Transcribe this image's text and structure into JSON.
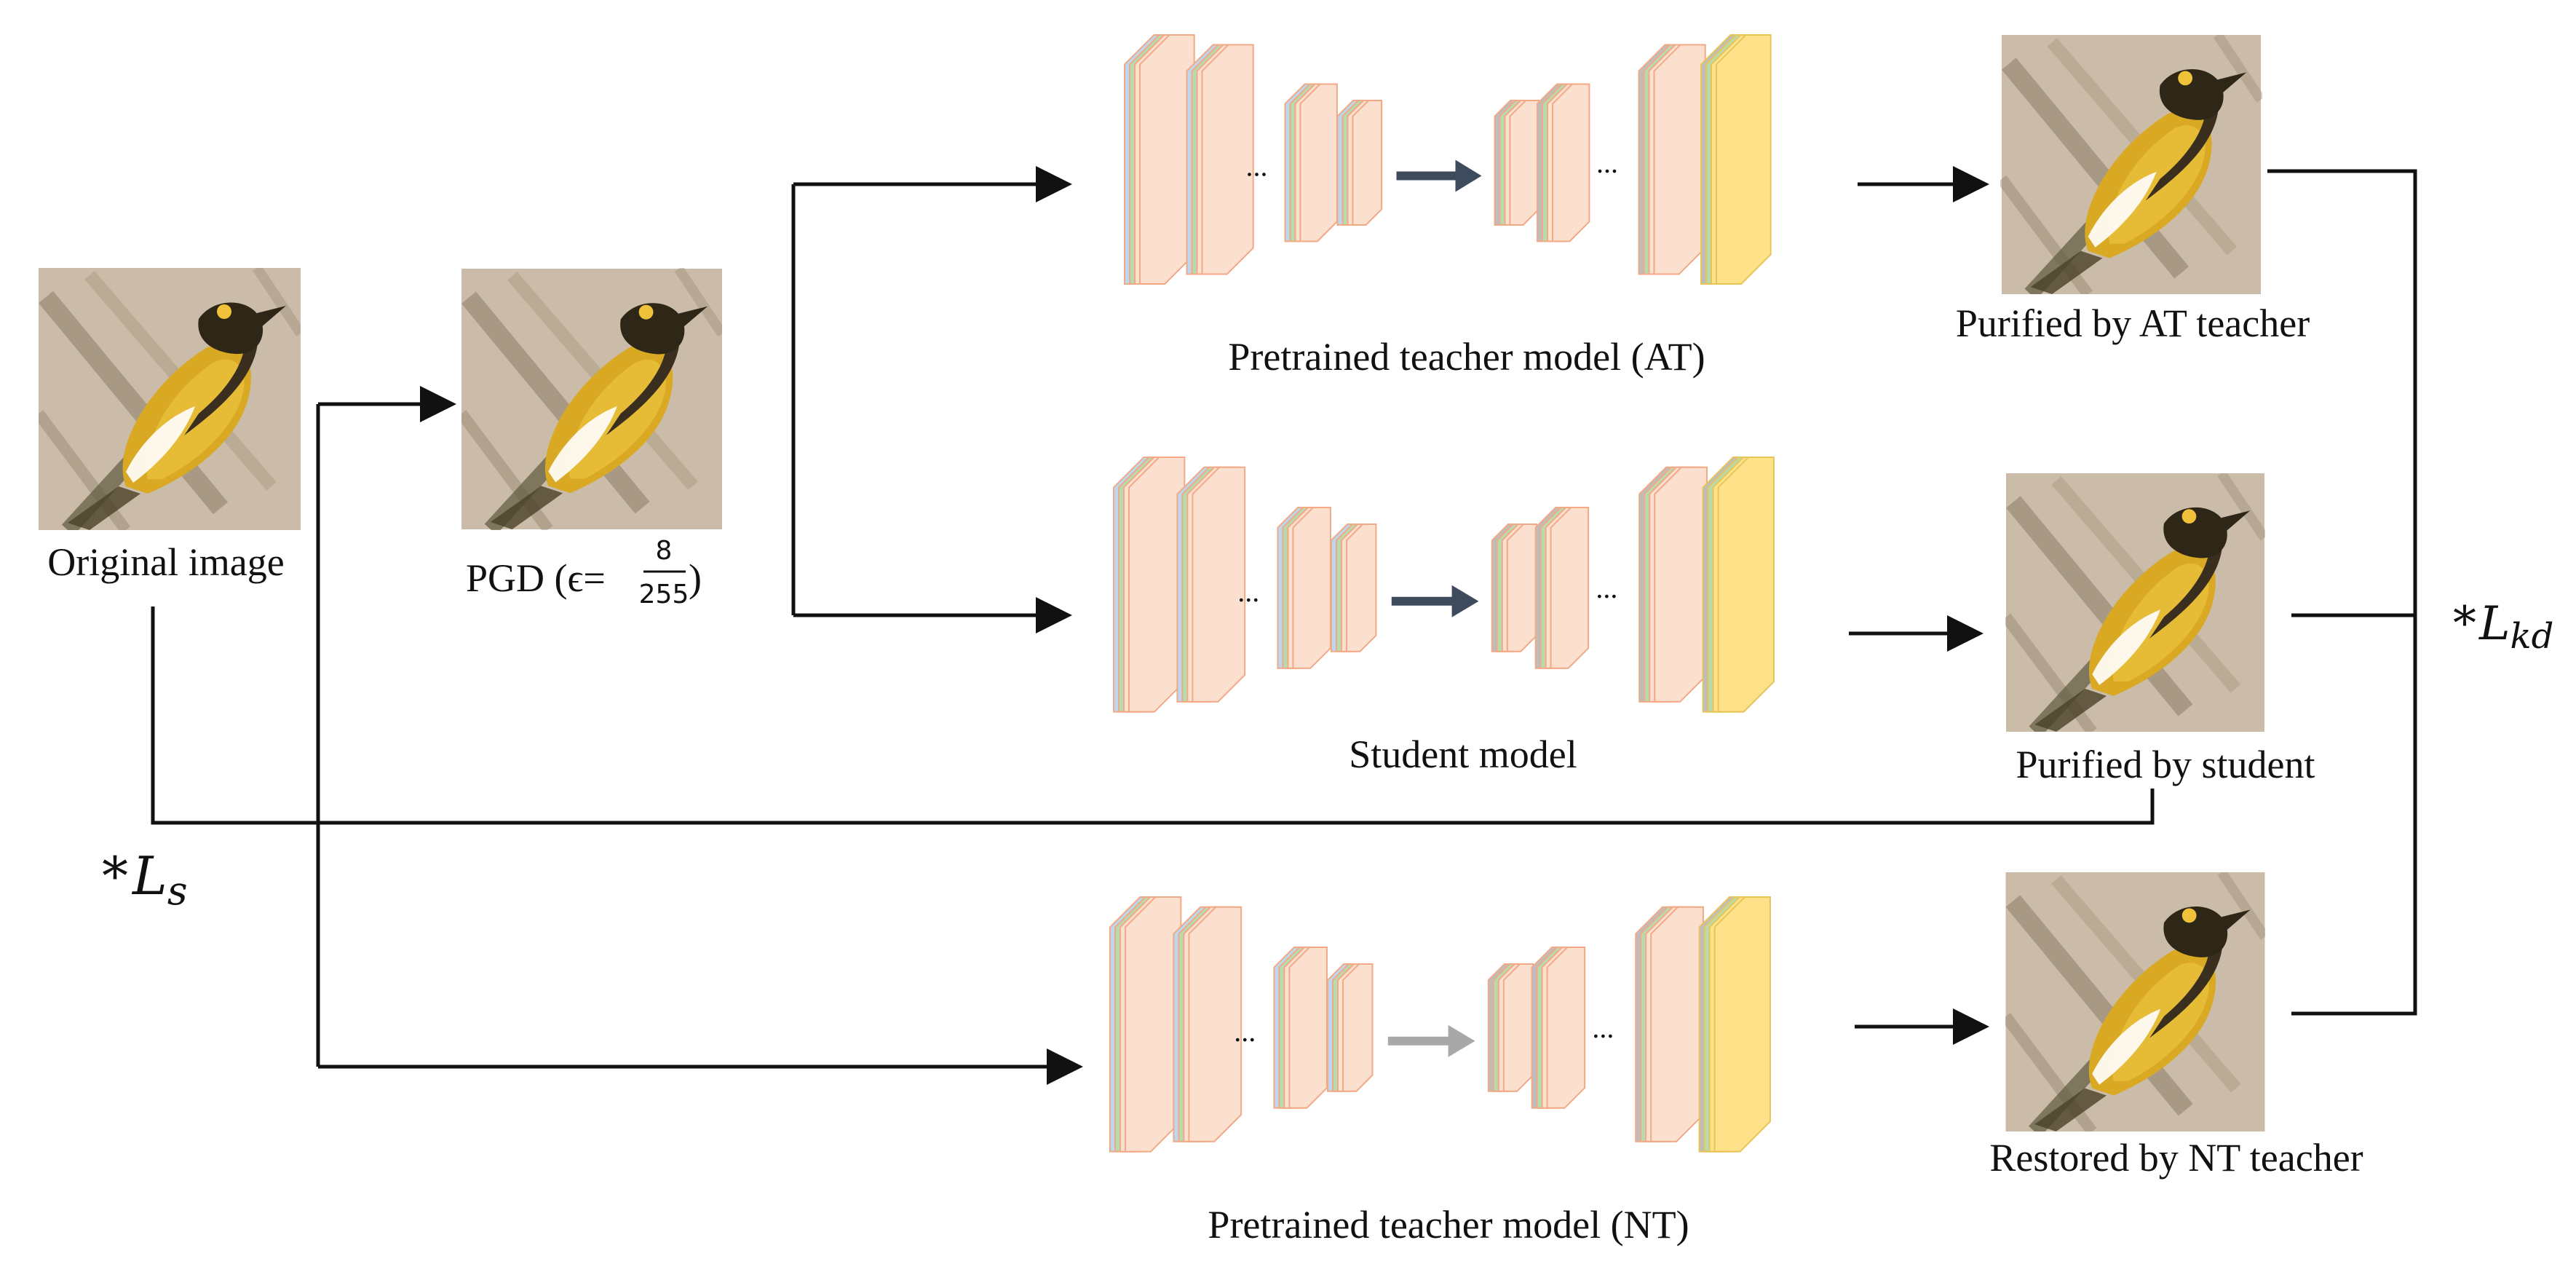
{
  "images": {
    "original": {
      "label": "Original image"
    },
    "pgd": {
      "label_prefix": "PGD (ϵ=",
      "frac_num": "8",
      "frac_den": "255",
      "label_suffix": ")"
    },
    "purified_at": {
      "label": "Purified by AT teacher"
    },
    "purified_student": {
      "label": "Purified by student"
    },
    "restored_nt": {
      "label": "Restored by NT teacher"
    }
  },
  "models": {
    "teacher_at": {
      "label": "Pretrained teacher model (AT)",
      "mid_arrow_color": "#3d4b5c"
    },
    "student": {
      "label": "Student model",
      "mid_arrow_color": "#3d4b5c"
    },
    "teacher_nt": {
      "label": "Pretrained teacher model (NT)",
      "mid_arrow_color": "#a8a8a8"
    }
  },
  "ellipsis": "...",
  "losses": {
    "ls": {
      "star": "*",
      "L": "L",
      "sub": "s"
    },
    "lkd": {
      "star": "*",
      "L": "L",
      "sub": "kd"
    }
  },
  "colors": {
    "layer_blue": "#bcd7ee",
    "layer_green": "#b6dcae",
    "layer_peach": "#fbe0d0",
    "layer_edge": "#f2a985",
    "layer_gray": "#bdbdbd",
    "layer_yellow": "#fde28a",
    "bird_bg": "#c2b4a0",
    "bird_body": "#d6a928"
  }
}
